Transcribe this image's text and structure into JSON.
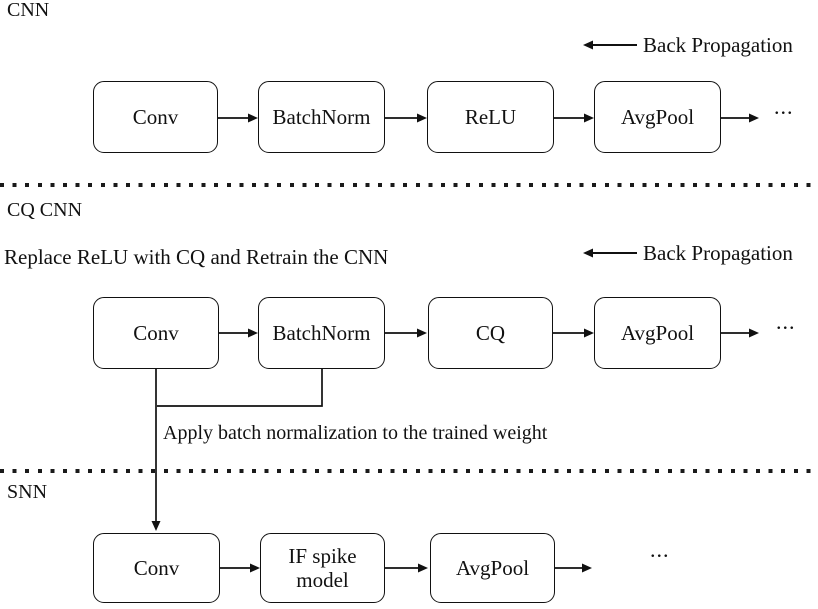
{
  "sections": {
    "cnn": {
      "label": "CNN",
      "back_propagation": "Back Propagation",
      "boxes": [
        "Conv",
        "BatchNorm",
        "ReLU",
        "AvgPool"
      ],
      "ellipsis": "..."
    },
    "cq_cnn": {
      "label": "CQ CNN",
      "subtitle": "Replace ReLU with CQ and Retrain the CNN",
      "back_propagation": "Back Propagation",
      "boxes": [
        "Conv",
        "BatchNorm",
        "CQ",
        "AvgPool"
      ],
      "ellipsis": "...",
      "annotation": "Apply batch normalization to the trained weight"
    },
    "snn": {
      "label": "SNN",
      "boxes": [
        "Conv",
        "IF spike model",
        "AvgPool"
      ],
      "ellipsis": "..."
    }
  },
  "colors": {
    "ink": "#111111",
    "background": "#ffffff"
  }
}
